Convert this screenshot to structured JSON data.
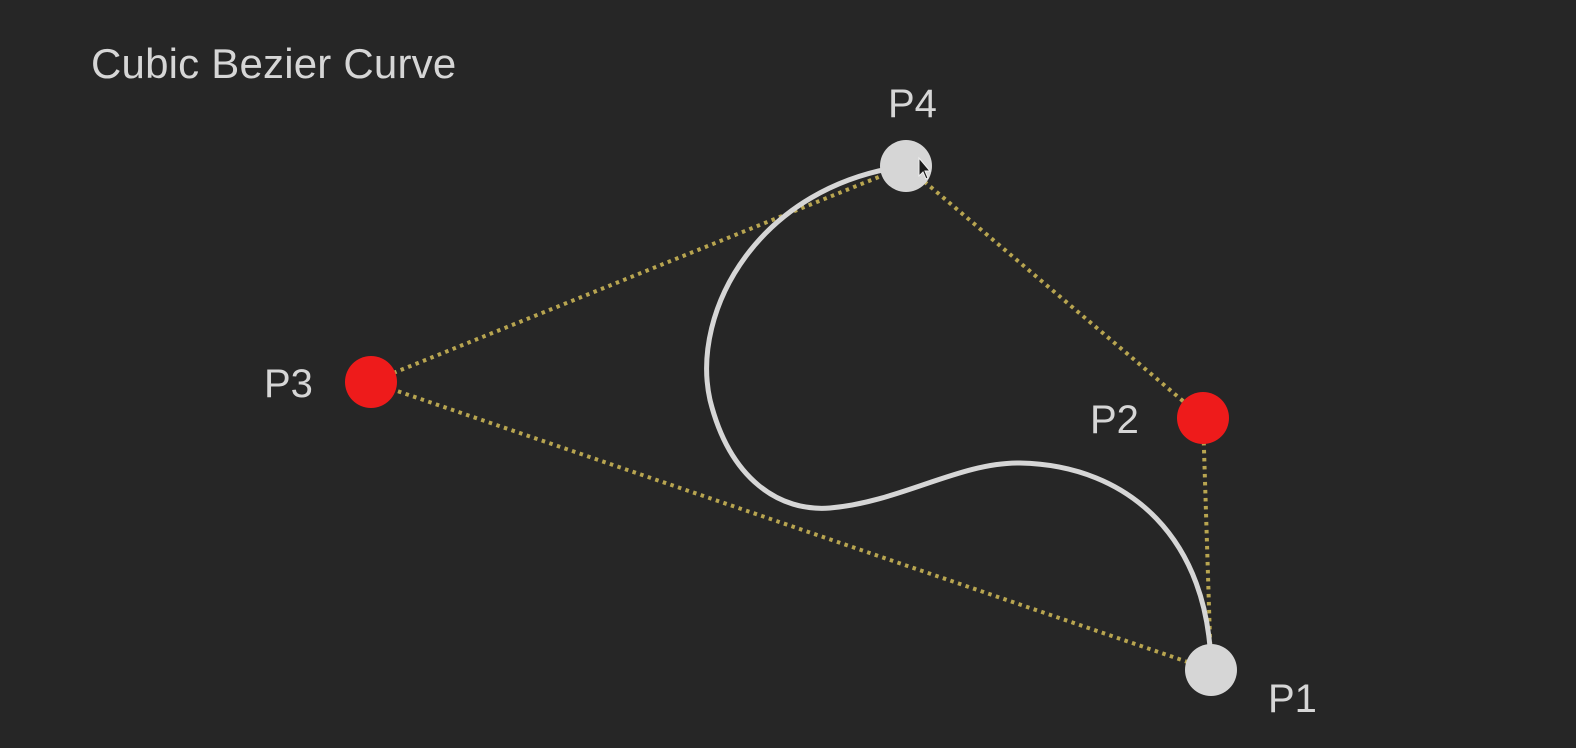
{
  "title": "Cubic Bezier Curve",
  "colors": {
    "background": "#262626",
    "curve": "#d6d6d6",
    "endpoint": "#d6d6d6",
    "control_point": "#ee1b1b",
    "guide_line": "#b8a550"
  },
  "points": {
    "p1": {
      "label": "P1",
      "role": "endpoint"
    },
    "p2": {
      "label": "P2",
      "role": "control_point"
    },
    "p3": {
      "label": "P3",
      "role": "control_point"
    },
    "p4": {
      "label": "P4",
      "role": "endpoint"
    }
  },
  "cursor": {
    "icon": "mouse-pointer-icon"
  }
}
